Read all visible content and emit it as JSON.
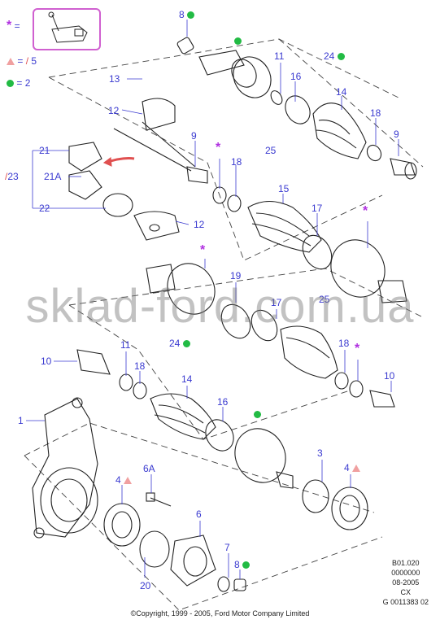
{
  "legend": {
    "star_symbol": "*",
    "star_eq": "=",
    "tri_eq": "=",
    "tri_value": "5",
    "tri_slash": "/",
    "dot_eq": "=",
    "dot_value": "2"
  },
  "callouts": {
    "c8a": "8",
    "c13": "13",
    "c12a": "12",
    "c11a": "11",
    "c16a": "16",
    "c24a": "24",
    "c14a": "14",
    "c18a": "18",
    "c9a": "9",
    "c9b": "9",
    "c25a": "25",
    "c18b": "18",
    "c15": "15",
    "c17a": "17",
    "c21": "21",
    "c21A": "21A",
    "c23": "23",
    "c22": "22",
    "c12b": "12",
    "c19": "19",
    "c17b": "17",
    "c25b": "25",
    "c18c": "18",
    "c10a": "10",
    "c11b": "11",
    "c18d": "18",
    "c24b": "24",
    "c14b": "14",
    "c16b": "16",
    "c10b": "10",
    "c1": "1",
    "c4a": "4",
    "c6A": "6A",
    "c6": "6",
    "c3": "3",
    "c4b": "4",
    "c7": "7",
    "c8b": "8",
    "c20": "20"
  },
  "watermark": "sklad-ford.com.ua",
  "info": {
    "line1": "B01.020",
    "line2": "0000000",
    "line3": "08-2005",
    "line4": "CX",
    "line5": "G 0011383 02"
  },
  "copyright": "©Copyright, 1999 - 2005, Ford Motor Company Limited",
  "colors": {
    "callout": "#3a3ad0",
    "star": "#b030e0",
    "dot": "#22bb44",
    "triangle": "#f0a0a0",
    "slash": "#e05050"
  }
}
